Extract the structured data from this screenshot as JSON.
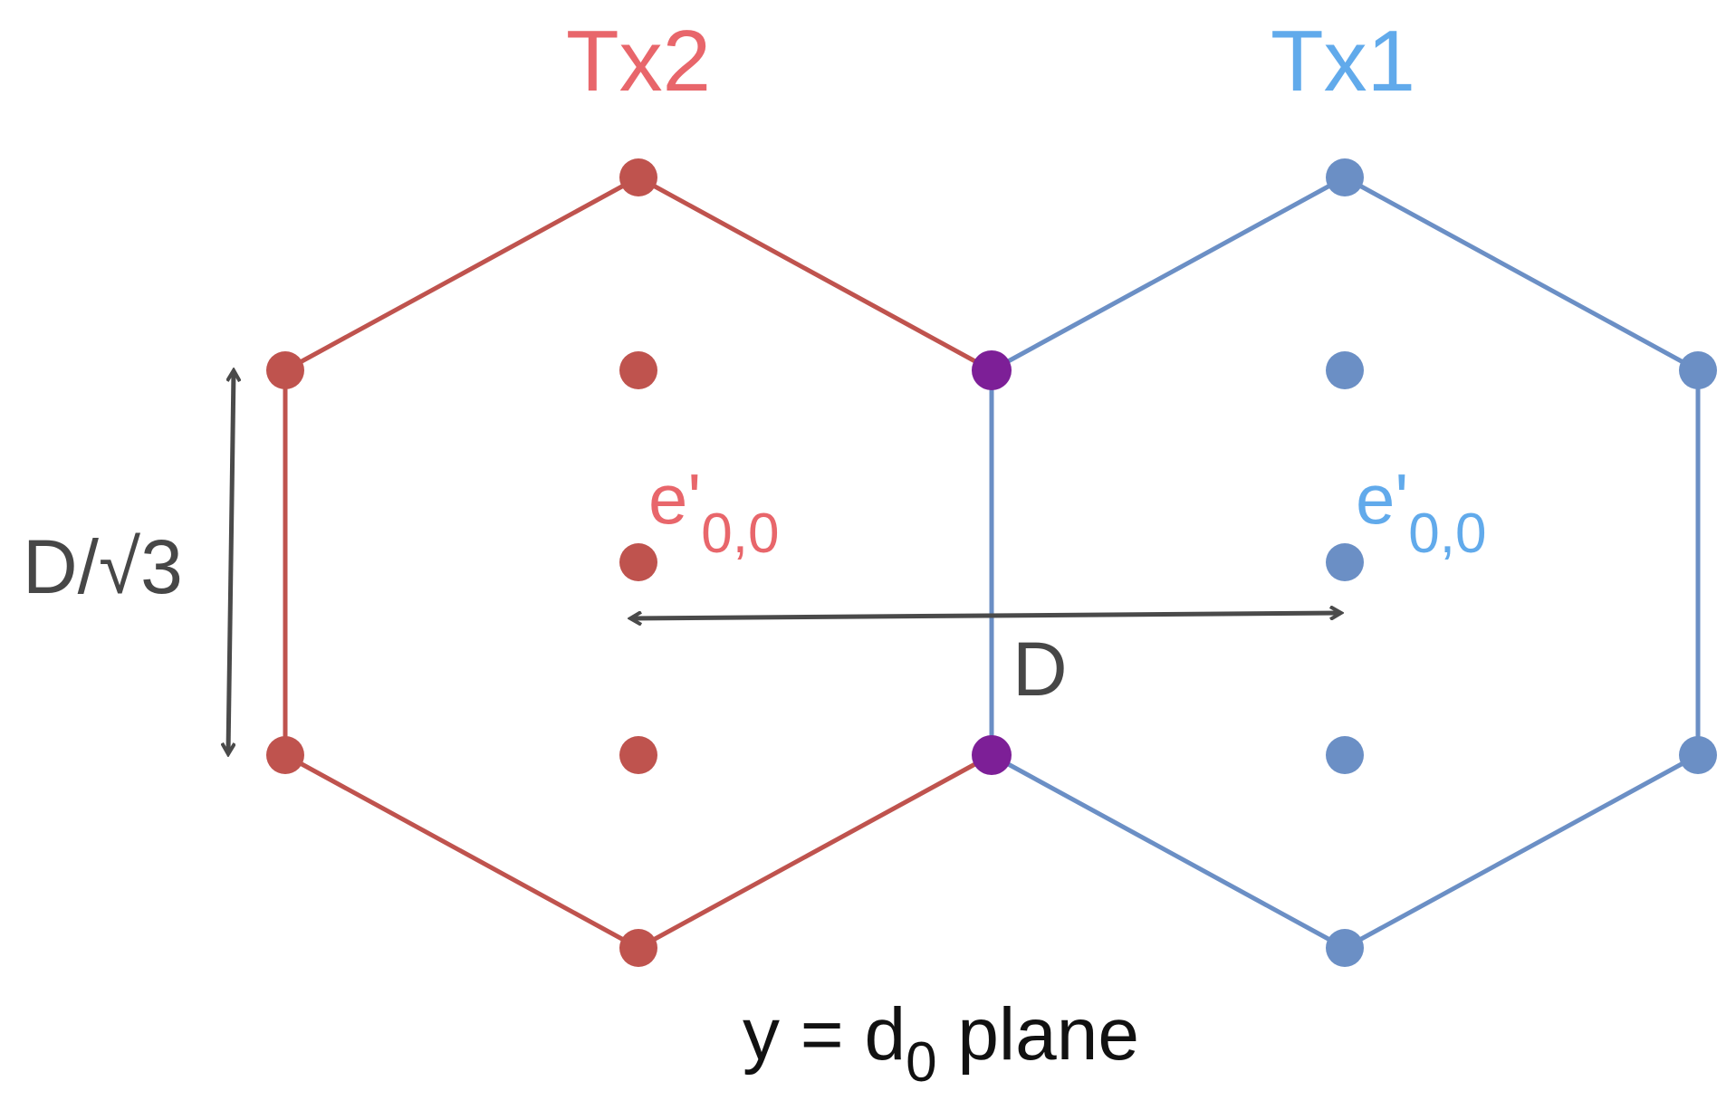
{
  "colors": {
    "tx2_text": "#e8666b",
    "tx2_shape": "#bf534e",
    "tx1_text": "#61aaeb",
    "tx1_shape": "#6b8fc5",
    "shared_vertex": "#7d1f97",
    "arrow": "#4a4a4a",
    "dimension_text": "#474747",
    "plane_text": "#111111"
  },
  "tx2": {
    "label": "Tx2",
    "element_label": {
      "base": "e'",
      "subscript": "0,0"
    }
  },
  "tx1": {
    "label": "Tx1",
    "element_label": {
      "base": "e'",
      "subscript": "0,0"
    }
  },
  "dimensions": {
    "vertical_label": "D/√3",
    "horizontal_label": "D"
  },
  "plane_label": {
    "prefix": "y = d",
    "subscript": "0",
    "suffix": " plane"
  }
}
